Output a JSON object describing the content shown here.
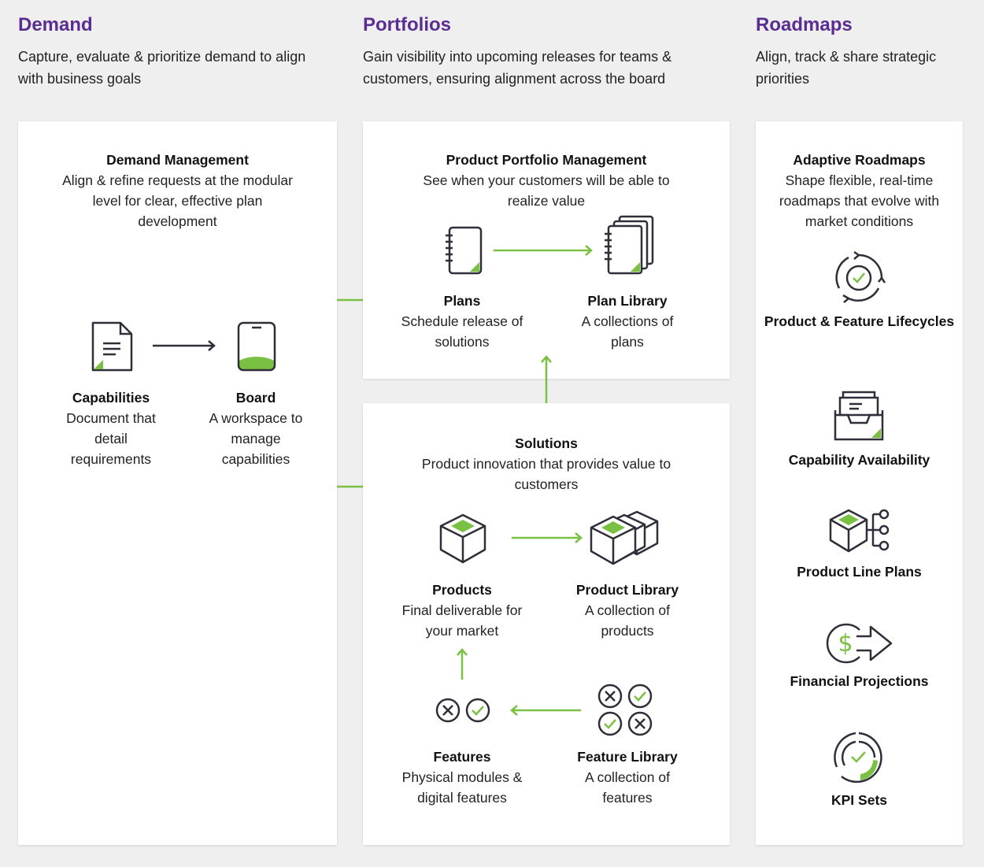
{
  "columns": {
    "demand": {
      "title": "Demand",
      "description": "Capture, evaluate & prioritize demand to align with business goals"
    },
    "portfolios": {
      "title": "Portfolios",
      "description": "Gain visibility into upcoming releases for teams & customers, ensuring alignment across the board"
    },
    "roadmaps": {
      "title": "Roadmaps",
      "description": "Align, track & share strategic priorities"
    }
  },
  "demand_card": {
    "title": "Demand Management",
    "subtitle": "Align & refine requests at the modular level for clear, effective plan development",
    "capabilities": {
      "title": "Capabilities",
      "description": "Document that detail requirements"
    },
    "board": {
      "title": "Board",
      "description": "A workspace to manage capabilities"
    }
  },
  "portfolio_card": {
    "title": "Product Portfolio Management",
    "subtitle": "See when your customers will be able to realize value",
    "plans": {
      "title": "Plans",
      "description": "Schedule release of solutions"
    },
    "plan_library": {
      "title": "Plan Library",
      "description": "A collections of plans"
    }
  },
  "solutions_card": {
    "title": "Solutions",
    "subtitle": "Product innovation that provides value to customers",
    "products": {
      "title": "Products",
      "description": "Final deliverable for your market"
    },
    "product_library": {
      "title": "Product Library",
      "description": "A collection of products"
    },
    "features": {
      "title": "Features",
      "description": "Physical modules & digital features"
    },
    "feature_library": {
      "title": "Feature Library",
      "description": "A collection of features"
    }
  },
  "roadmaps_card": {
    "title": "Adaptive Roadmaps",
    "subtitle": "Shape flexible, real-time roadmaps that evolve with market conditions",
    "items": [
      {
        "label": "Product & Feature Lifecycles",
        "icon": "lifecycle-icon"
      },
      {
        "label": "Capability Availability",
        "icon": "inbox-icon"
      },
      {
        "label": "Product Line Plans",
        "icon": "product-line-icon"
      },
      {
        "label": "Financial Projections",
        "icon": "dollar-arrow-icon"
      },
      {
        "label": "KPI Sets",
        "icon": "gauge-icon"
      }
    ]
  },
  "colors": {
    "accent_purple": "#5a2d91",
    "accent_green": "#7ac143",
    "icon_stroke": "#2f2f3a"
  }
}
